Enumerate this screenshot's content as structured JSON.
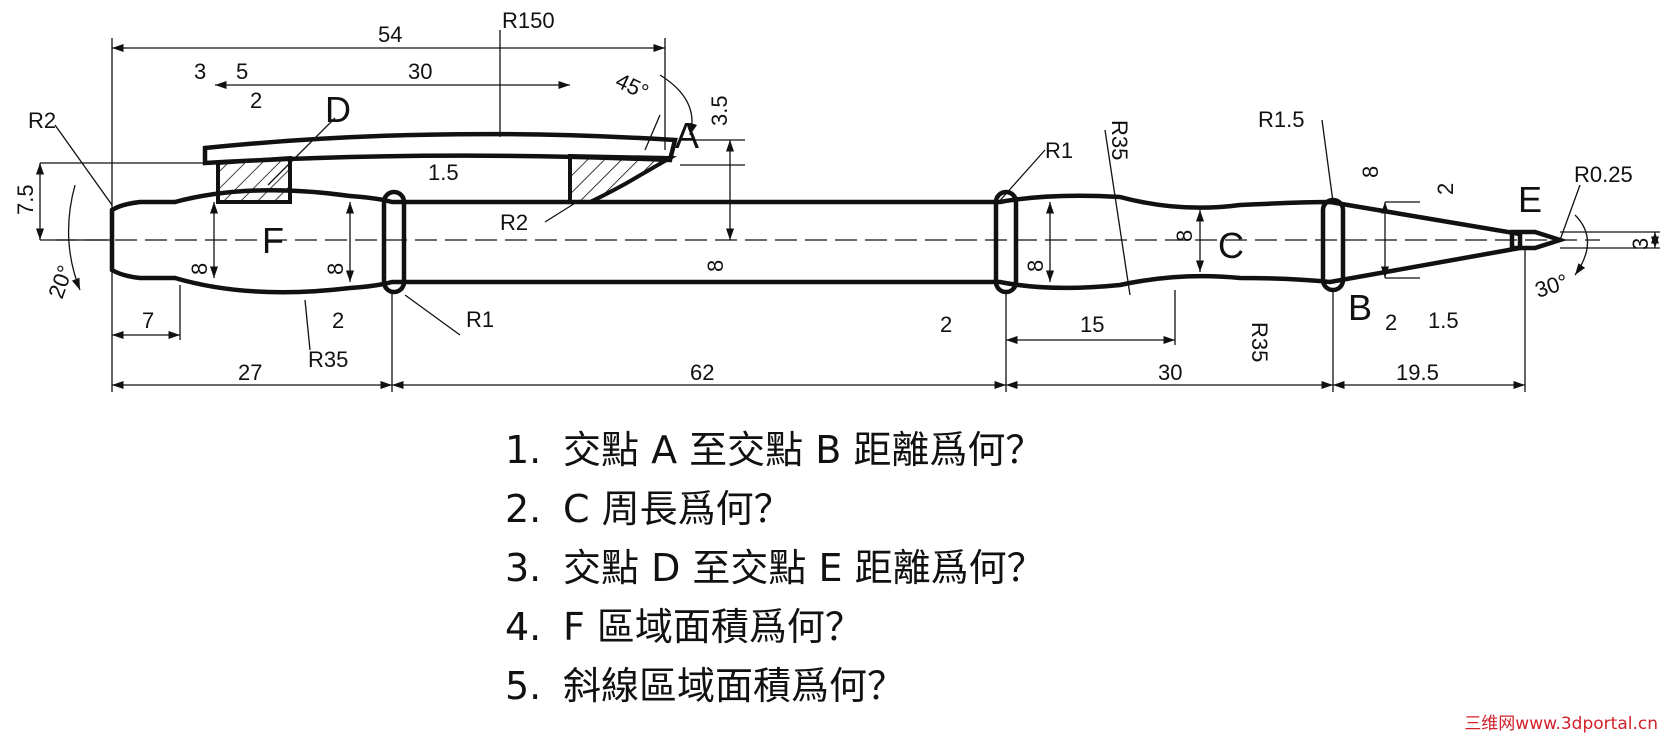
{
  "drawing": {
    "points": {
      "A": "A",
      "B": "B",
      "C": "C",
      "D": "D",
      "E": "E",
      "F": "F"
    },
    "dims": {
      "d54": "54",
      "d3": "3",
      "d5": "5",
      "d30top": "30",
      "d2top": "2",
      "r150": "R150",
      "a45": "45°",
      "d3_5": "3.5",
      "d1_5": "1.5",
      "r2left": "R2",
      "r2mid": "R2",
      "d7_5": "7.5",
      "a20": "20°",
      "d8a": "8",
      "d8b": "8",
      "d8c": "8",
      "d8d": "8",
      "d8e": "8",
      "d8f": "8",
      "d7": "7",
      "d2bl": "2",
      "r35bl": "R35",
      "r1bl": "R1",
      "d27": "27",
      "d62": "62",
      "r1top": "R1",
      "r35top": "R35",
      "d2br": "2",
      "d15": "15",
      "d30b": "30",
      "r35br": "R35",
      "r1_5": "R1.5",
      "d2right": "2",
      "d2br2": "2",
      "d1_5b": "1.5",
      "d19_5": "19.5",
      "r0_25": "R0.25",
      "d3r": "3",
      "a30": "30°"
    }
  },
  "questions": [
    {
      "num": "1.",
      "text": "交點 A 至交點 B 距離爲何？"
    },
    {
      "num": "2.",
      "text": "C 周長爲何？"
    },
    {
      "num": "3.",
      "text": "交點 D 至交點 E 距離爲何？"
    },
    {
      "num": "4.",
      "text": "F 區域面積爲何？"
    },
    {
      "num": "5.",
      "text": "斜線區域面積爲何？"
    }
  ],
  "watermark": "三维网www.3dportal.cn"
}
